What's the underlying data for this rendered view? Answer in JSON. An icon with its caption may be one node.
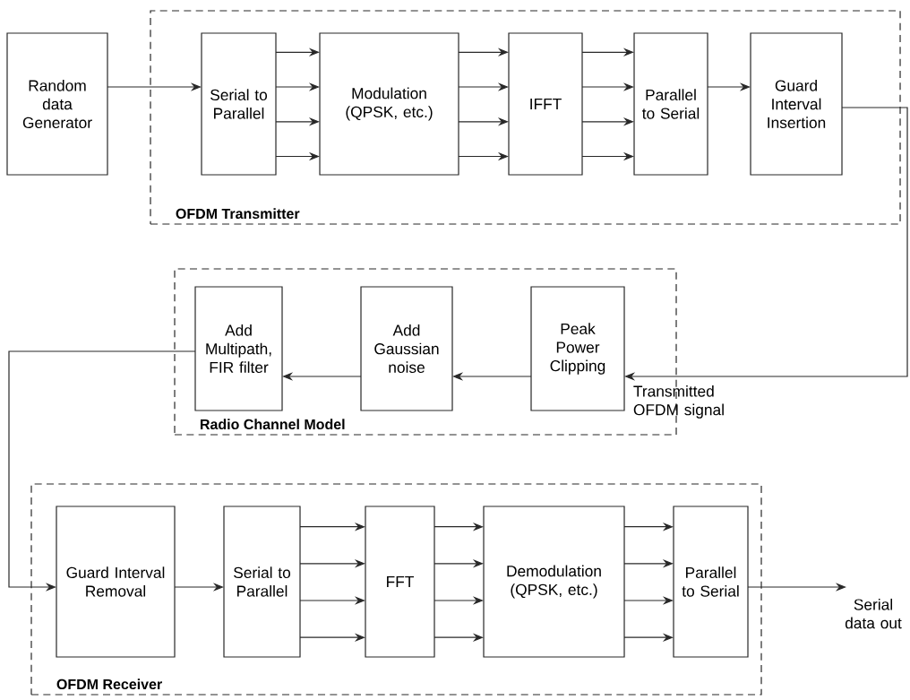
{
  "diagram": {
    "nodes": [
      {
        "text": [
          "Random data Generator"
        ]
      },
      {
        "text": [
          "OFDM Transmitter"
        ]
      },
      {
        "text": [
          "Serial to Parallel"
        ],
        "in": 1
      },
      {
        "text": [
          "Modulation (QPSK, etc.)"
        ],
        "in": 1
      },
      {
        "text": [
          "IFFT"
        ],
        "in": 1
      },
      {
        "text": [
          "Parallel to Serial"
        ],
        "in": 1
      },
      {
        "text": [
          "Guard Interval Insertion"
        ],
        "in": 1
      },
      {
        "text": [
          "Radio Channel Model"
        ]
      },
      {
        "text": [
          "Add Multipath, FIR filter"
        ],
        "in": 7
      },
      {
        "text": [
          "Add Gaussian noise"
        ],
        "in": 7
      },
      {
        "text": [
          "Peak Power Clipping"
        ],
        "in": 7
      },
      {
        "text": [
          "OFDM Receiver"
        ]
      },
      {
        "text": [
          "Guard Interval Removal"
        ],
        "in": 11
      },
      {
        "text": [
          "Serial to Parallel"
        ],
        "in": 11
      },
      {
        "text": [
          "FFT"
        ],
        "in": 11
      },
      {
        "text": [
          "Demodulation (QPSK, etc.)"
        ],
        "in": 11
      },
      {
        "text": [
          "Parallel to Serial"
        ],
        "in": 11
      },
      {
        "text": [
          "Serial data out"
        ]
      }
    ],
    "edges": [
      {
        "from": 0,
        "to": 2,
        "arrow": "to"
      },
      {
        "from": 2,
        "to": 3,
        "arrow": "to"
      },
      {
        "from": 2,
        "to": 3,
        "arrow": "to"
      },
      {
        "from": 2,
        "to": 3,
        "arrow": "to"
      },
      {
        "from": 2,
        "to": 3,
        "arrow": "to"
      },
      {
        "from": 3,
        "to": 4,
        "arrow": "to"
      },
      {
        "from": 3,
        "to": 4,
        "arrow": "to"
      },
      {
        "from": 3,
        "to": 4,
        "arrow": "to"
      },
      {
        "from": 3,
        "to": 4,
        "arrow": "to"
      },
      {
        "from": 4,
        "to": 5,
        "arrow": "to"
      },
      {
        "from": 4,
        "to": 5,
        "arrow": "to"
      },
      {
        "from": 4,
        "to": 5,
        "arrow": "to"
      },
      {
        "from": 4,
        "to": 5,
        "arrow": "to"
      },
      {
        "from": 5,
        "to": 6,
        "arrow": "to"
      },
      {
        "from": 6,
        "to": 10,
        "arrow": "to",
        "label": "Transmitted OFDM signal"
      },
      {
        "from": 10,
        "to": 9,
        "arrow": "to"
      },
      {
        "from": 9,
        "to": 8,
        "arrow": "to"
      },
      {
        "from": 8,
        "to": 12,
        "arrow": "to"
      },
      {
        "from": 12,
        "to": 13,
        "arrow": "to"
      },
      {
        "from": 13,
        "to": 14,
        "arrow": "to"
      },
      {
        "from": 13,
        "to": 14,
        "arrow": "to"
      },
      {
        "from": 13,
        "to": 14,
        "arrow": "to"
      },
      {
        "from": 13,
        "to": 14,
        "arrow": "to"
      },
      {
        "from": 14,
        "to": 15,
        "arrow": "to"
      },
      {
        "from": 14,
        "to": 15,
        "arrow": "to"
      },
      {
        "from": 14,
        "to": 15,
        "arrow": "to"
      },
      {
        "from": 14,
        "to": 15,
        "arrow": "to"
      },
      {
        "from": 15,
        "to": 16,
        "arrow": "to"
      },
      {
        "from": 15,
        "to": 16,
        "arrow": "to"
      },
      {
        "from": 15,
        "to": 16,
        "arrow": "to"
      },
      {
        "from": 15,
        "to": 16,
        "arrow": "to"
      },
      {
        "from": 16,
        "to": 17,
        "arrow": "to"
      }
    ]
  }
}
